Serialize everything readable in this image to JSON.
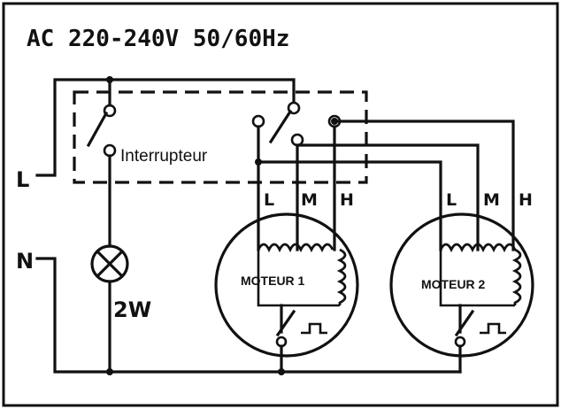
{
  "title": "AC 220-240V 50/60Hz",
  "switch_label": "Interrupteur",
  "line_label": "L",
  "neutral_label": "N",
  "lamp_label": "2W",
  "motor1": {
    "name": "MOTEUR 1",
    "terminals": [
      "L",
      "M",
      "H"
    ]
  },
  "motor2": {
    "name": "MOTEUR 2",
    "terminals": [
      "L",
      "M",
      "H"
    ]
  }
}
